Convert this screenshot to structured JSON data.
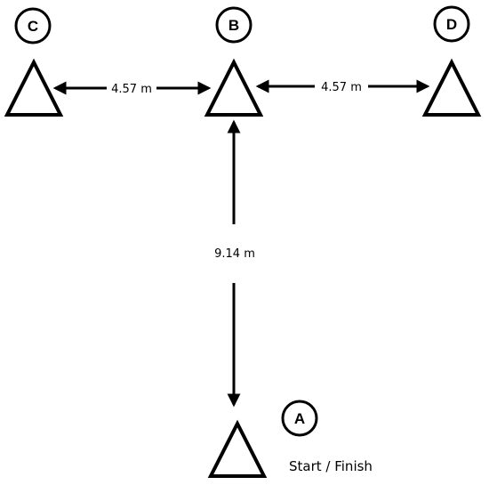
{
  "markers": {
    "a": "A",
    "b": "B",
    "c": "C",
    "d": "D"
  },
  "distances": {
    "c_to_b": "4.57 m",
    "b_to_d": "4.57 m",
    "a_to_b": "9.14 m"
  },
  "caption": "Start / Finish",
  "colors": {
    "stroke": "#000000",
    "background": "#ffffff"
  }
}
